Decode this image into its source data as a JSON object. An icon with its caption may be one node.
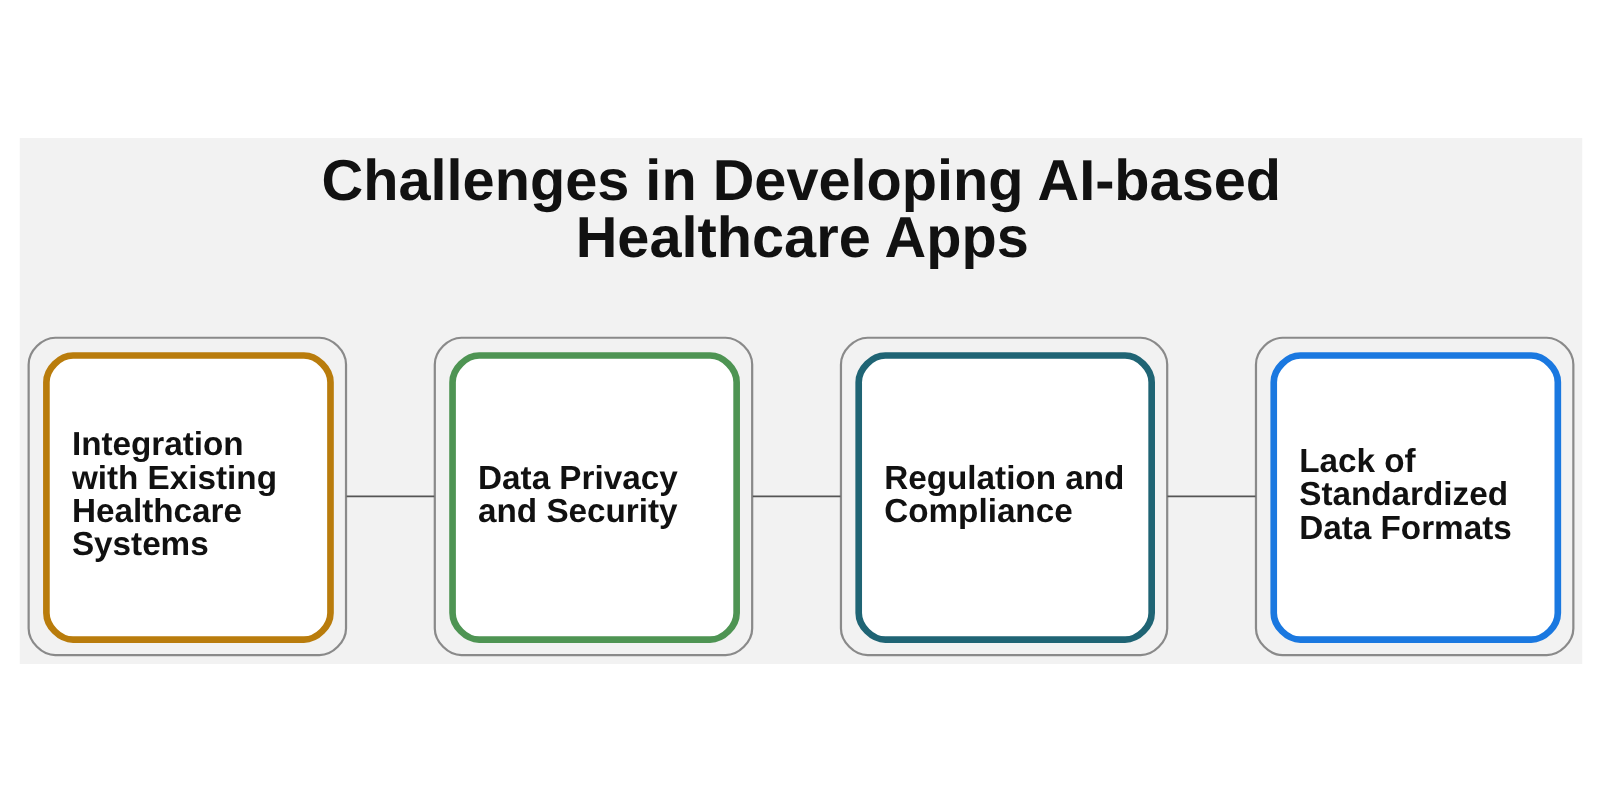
{
  "diagram": {
    "title": "Challenges in Developing AI-based Healthcare Apps",
    "nodes": [
      {
        "text": [
          "Integration with Existing Healthcare Systems"
        ]
      },
      {
        "text": [
          "Data Privacy and Security"
        ]
      },
      {
        "text": [
          "Regulation and Compliance"
        ]
      },
      {
        "text": [
          "Lack of Standardized Data Formats"
        ]
      }
    ],
    "edges": [
      {
        "from": 0,
        "to": 1,
        "arrow": "none"
      },
      {
        "from": 1,
        "to": 2,
        "arrow": "none"
      },
      {
        "from": 2,
        "to": 3,
        "arrow": "none"
      }
    ]
  }
}
